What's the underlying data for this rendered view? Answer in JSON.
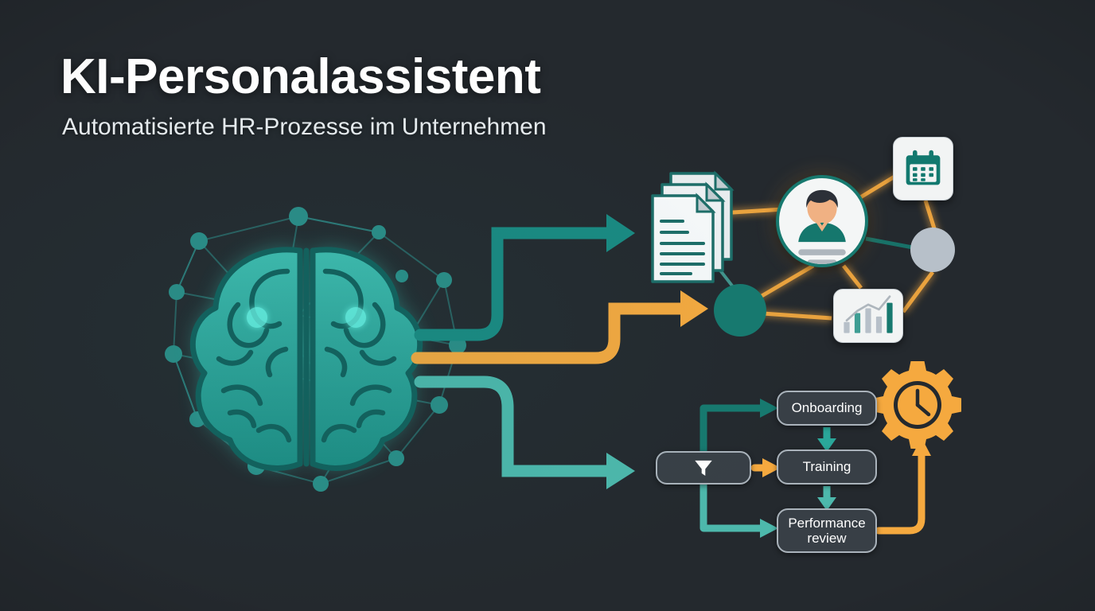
{
  "page": {
    "background_color": "#24292e",
    "title": "KI-Personalassistent",
    "subtitle": "Automatisierte HR-Prozesse im Unternehmen"
  },
  "palette": {
    "teal_dark": "#17796f",
    "teal_arrow": "#1a8a82",
    "teal_light": "#4db8ac",
    "teal_brain": "#27a396",
    "orange": "#f5a93f",
    "card_white": "#f2f4f4",
    "box_fill": "#383f46",
    "box_border": "#aab3bb",
    "node_gray": "#b7c0c9",
    "text_white": "#ffffff"
  },
  "illustration": {
    "brain": {
      "label": "ai-brain",
      "description": "Glowing teal AI brain inside a neural-network polygon of connected nodes"
    },
    "arrows": [
      {
        "name": "arrow-to-documents",
        "color": "#1a8a82",
        "direction": "up-right"
      },
      {
        "name": "arrow-to-network-hub",
        "color": "#f5a93f",
        "direction": "right"
      },
      {
        "name": "arrow-to-workflow",
        "color": "#4db8ac",
        "direction": "down-right"
      }
    ]
  },
  "network": {
    "nodes": [
      {
        "name": "documents-stack-icon",
        "type": "document"
      },
      {
        "name": "employee-avatar",
        "type": "person"
      },
      {
        "name": "calendar-card-icon",
        "type": "calendar"
      },
      {
        "name": "gray-node-circle",
        "type": "circle",
        "color": "#b7c0c9"
      },
      {
        "name": "teal-node-circle",
        "type": "circle",
        "color": "#17796f"
      },
      {
        "name": "bar-chart-card-icon",
        "type": "chart"
      }
    ]
  },
  "workflow": {
    "filter_icon_label": "filter-funnel",
    "steps": [
      {
        "id": "onboarding",
        "label": "Onboarding"
      },
      {
        "id": "training",
        "label": "Training"
      },
      {
        "id": "performance_review",
        "label": "Performance\nreview"
      }
    ],
    "automation_icon": {
      "name": "gear-clock-icon",
      "color": "#f5a93f"
    },
    "step_labels": {
      "onboarding": "Onboarding",
      "training": "Training",
      "review_line1": "Performance",
      "review_line2": "review"
    }
  },
  "chart_data": {
    "type": "bar",
    "title": "",
    "categories": [
      "1",
      "2",
      "3",
      "4",
      "5"
    ],
    "values": [
      32,
      58,
      72,
      48,
      88
    ],
    "colors": [
      "#b7c0c9",
      "#3e9d93",
      "#b7c0c9",
      "#b7c0c9",
      "#17796f"
    ],
    "trendline": [
      20,
      48,
      66,
      52,
      92
    ],
    "xlabel": "",
    "ylabel": "",
    "ylim": [
      0,
      100
    ],
    "grid": false,
    "legend": "none"
  }
}
